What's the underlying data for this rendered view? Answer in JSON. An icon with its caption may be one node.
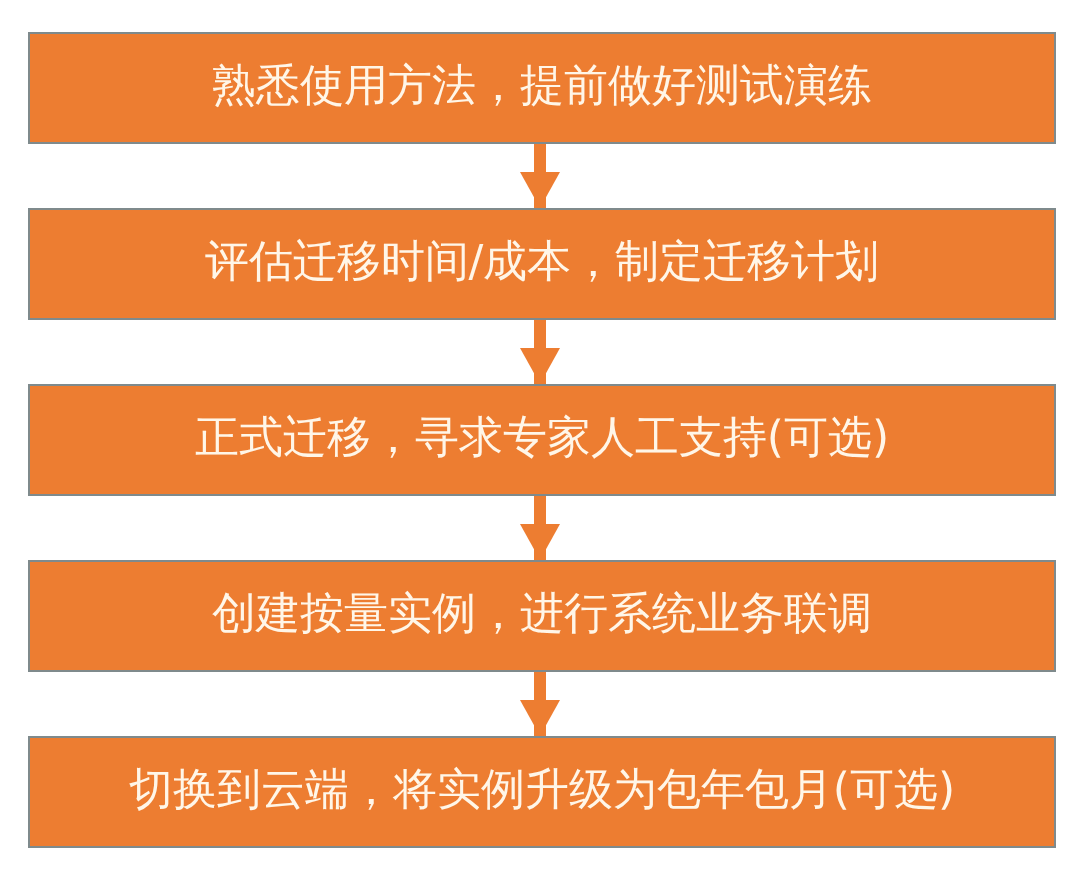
{
  "diagram": {
    "nodes": [
      {
        "text": [
          "熟悉使用方法，提前做好测试演练"
        ]
      },
      {
        "text": [
          "评估迁移时间/成本，制定迁移计划"
        ]
      },
      {
        "text": [
          "正式迁移，寻求专家人工支持(可选)"
        ]
      },
      {
        "text": [
          "创建按量实例，进行系统业务联调"
        ]
      },
      {
        "text": [
          "切换到云端，将实例升级为包年包月(可选)"
        ]
      }
    ],
    "edges": [
      {
        "from": 0,
        "to": 1,
        "arrow": "to"
      },
      {
        "from": 1,
        "to": 2,
        "arrow": "to"
      },
      {
        "from": 2,
        "to": 3,
        "arrow": "to"
      },
      {
        "from": 3,
        "to": 4,
        "arrow": "to"
      }
    ]
  }
}
